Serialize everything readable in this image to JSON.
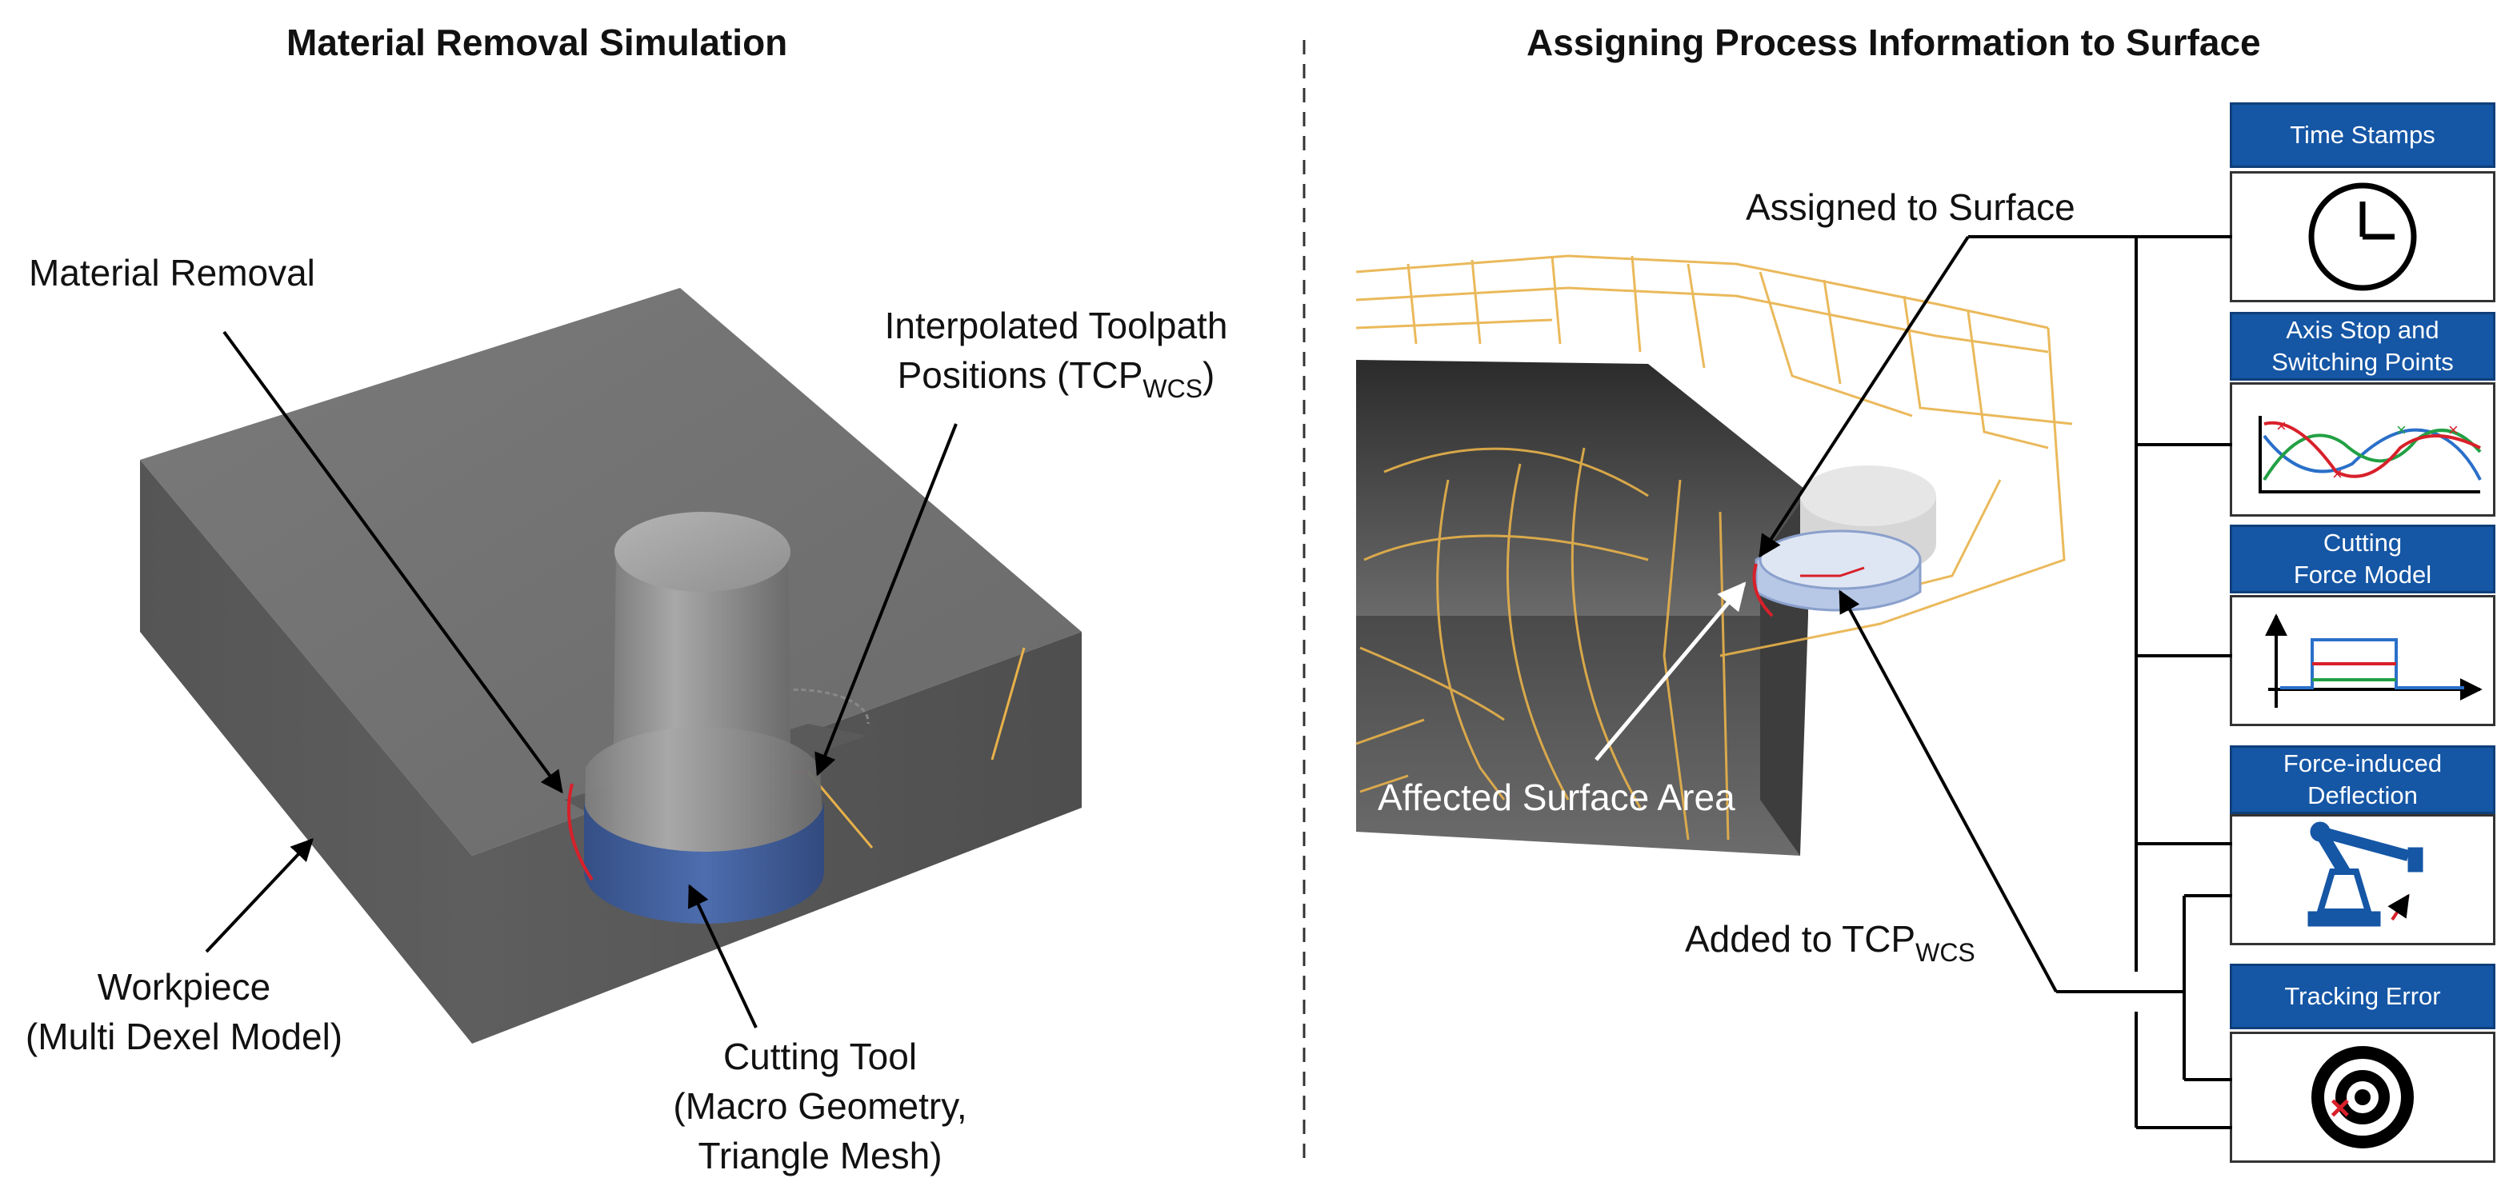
{
  "left": {
    "title": "Material Removal Simulation",
    "material_removal": "Material Removal",
    "toolpath_line1": "Interpolated Toolpath",
    "toolpath_line2_prefix": "Positions (TCP",
    "toolpath_sub": "WCS",
    "toolpath_line2_suffix": ")",
    "workpiece_line1": "Workpiece",
    "workpiece_line2": "(Multi Dexel Model)",
    "cutting_tool_line1": "Cutting Tool",
    "cutting_tool_line2": "(Macro Geometry,",
    "cutting_tool_line3": "Triangle Mesh)"
  },
  "right": {
    "title": "Assigning Process Information to Surface",
    "assigned": "Assigned to Surface",
    "affected": "Affected Surface Area",
    "added_prefix": "Added to TCP",
    "added_sub": "WCS",
    "panels": [
      {
        "line1": "Time Stamps",
        "line2": "",
        "icon": "clock-icon"
      },
      {
        "line1": "Axis Stop and",
        "line2": "Switching Points",
        "icon": "axis-curves-chart-icon"
      },
      {
        "line1": "Cutting",
        "line2": "Force Model",
        "icon": "force-signal-chart-icon"
      },
      {
        "line1": "Force-induced",
        "line2": "Deflection",
        "icon": "robot-arm-icon"
      },
      {
        "line1": "Tracking Error",
        "line2": "",
        "icon": "target-icon"
      }
    ]
  },
  "colors": {
    "panel_header": "#1556a5",
    "toolpath": "#e8b24a",
    "cutter_blue": "#3f5f9e",
    "contact_red": "#d8202a",
    "workpiece_gray": "#6e6e6e"
  }
}
